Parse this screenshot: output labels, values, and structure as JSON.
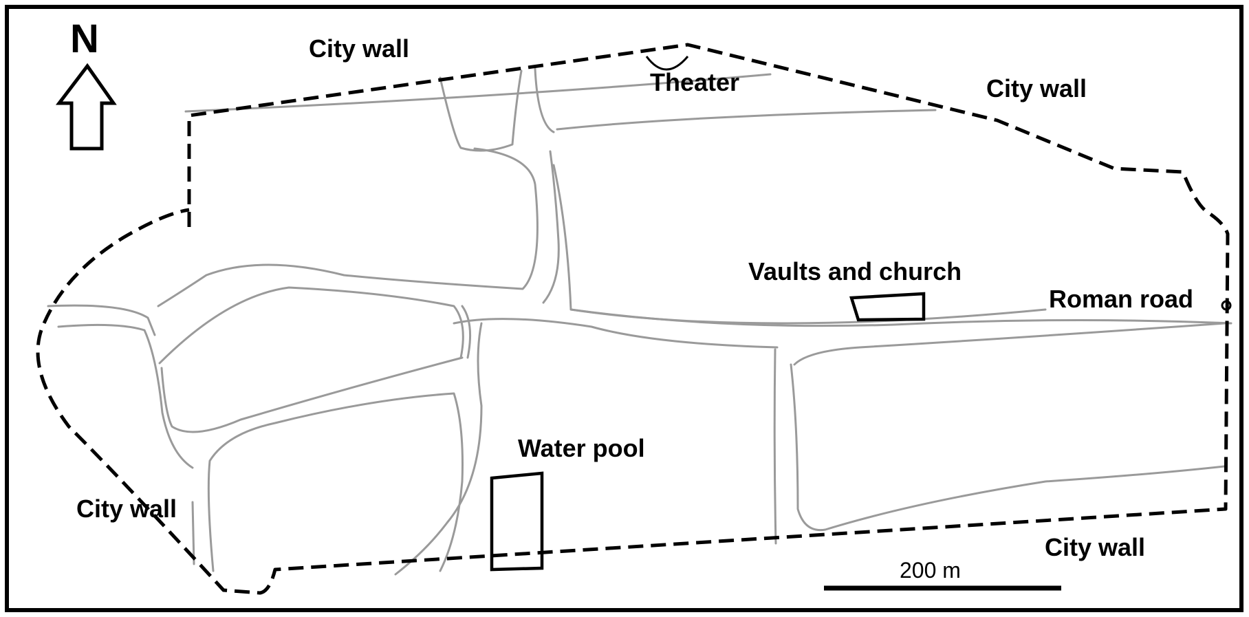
{
  "map": {
    "north_label": "N",
    "labels": {
      "city_wall_north": "City wall",
      "city_wall_northeast": "City wall",
      "city_wall_west": "City wall",
      "city_wall_south": "City wall",
      "theater": "Theater",
      "vaults_church": "Vaults and church",
      "roman_road": "Roman road",
      "water_pool": "Water pool"
    },
    "scale_bar": {
      "label": "200 m"
    },
    "colors": {
      "wall": "#000000",
      "road": "#9a9a9a",
      "building": "#000000",
      "background": "#ffffff"
    },
    "icons": [
      "north-arrow-icon"
    ]
  }
}
